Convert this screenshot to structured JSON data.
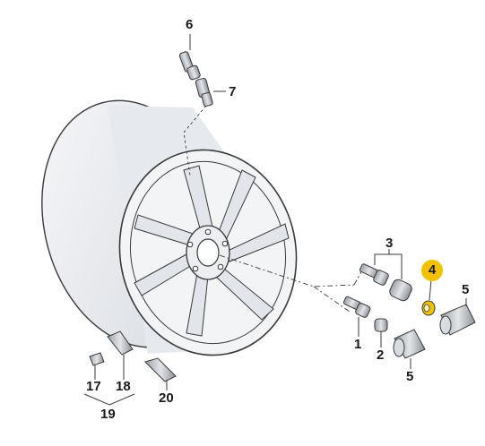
{
  "callouts": {
    "c1": "1",
    "c2": "2",
    "c3": "3",
    "c4": "4",
    "c5a": "5",
    "c5b": "5",
    "c6": "6",
    "c7": "7",
    "c17": "17",
    "c18": "18",
    "c19": "19",
    "c20": "20"
  },
  "colors": {
    "line": "#3a3a3a",
    "rim_fill": "#eef0f3",
    "part_fill": "#c9ccd0",
    "highlight": "#f2c200"
  },
  "highlighted_part": "4"
}
